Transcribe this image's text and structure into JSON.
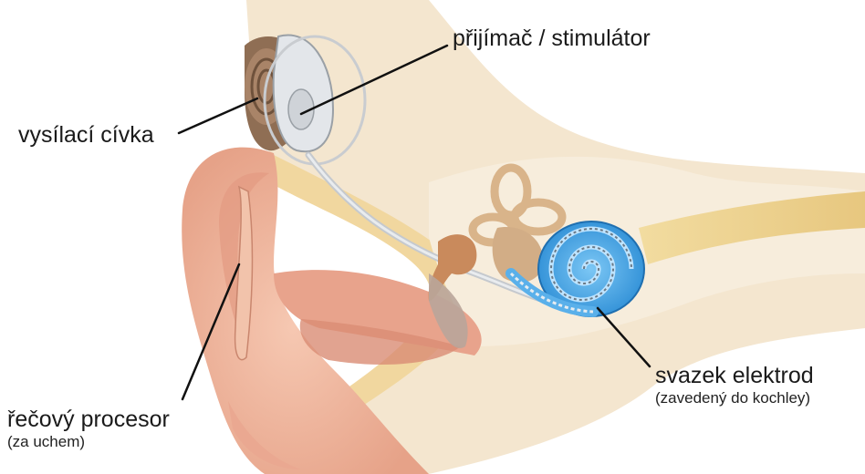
{
  "labels": {
    "receiver_stimulator": "přijímač / stimulátor",
    "transmitter_coil": "vysílací cívka",
    "electrode_array": "svazek elektrod",
    "electrode_array_note": "(zavedený do kochley)",
    "speech_processor": "řečový procesor",
    "speech_processor_note": "(za uchem)"
  },
  "colors": {
    "skin": "#f0b79e",
    "skin_dark": "#d9907a",
    "tissue": "#f3dfb4",
    "cochlea": "#3fa0e0",
    "device": "#dcdfe3",
    "coil": "#9b7a5e",
    "leader_line": "#111111"
  }
}
